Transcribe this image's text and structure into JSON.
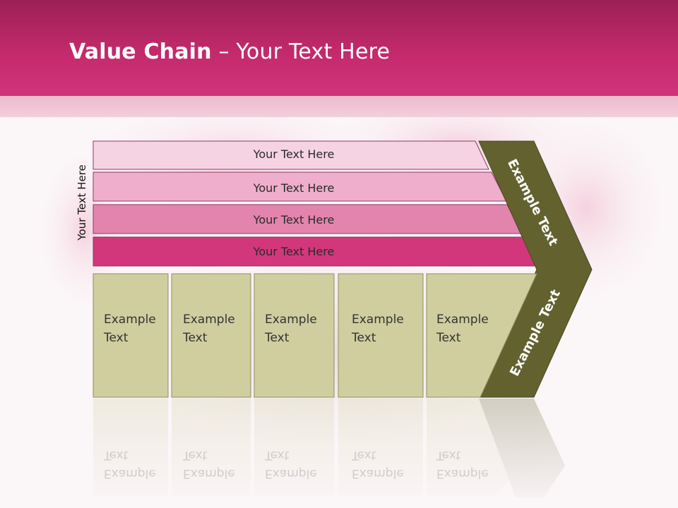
{
  "title": {
    "bold": "Value Chain",
    "rest": " – Your Text Here"
  },
  "side_label": "Your Text Here",
  "bars": [
    {
      "label": "Your Text Here",
      "color": "#f6d3e3"
    },
    {
      "label": "Your Text Here",
      "color": "#efaecb"
    },
    {
      "label": "Your Text Here",
      "color": "#e384af"
    },
    {
      "label": "Your Text Here",
      "color": "#d3377b"
    }
  ],
  "columns": [
    {
      "line1": "Example",
      "line2": "Text"
    },
    {
      "line1": "Example",
      "line2": "Text"
    },
    {
      "line1": "Example",
      "line2": "Text"
    },
    {
      "line1": "Example",
      "line2": "Text"
    },
    {
      "line1": "Example",
      "line2": "Text"
    }
  ],
  "arrow": {
    "upper_label": "Example Text",
    "lower_label": "Example Text"
  },
  "colors": {
    "column_fill": "#d0ce9f",
    "arrow_fill": "#63622f",
    "header": "#c32a6c"
  }
}
